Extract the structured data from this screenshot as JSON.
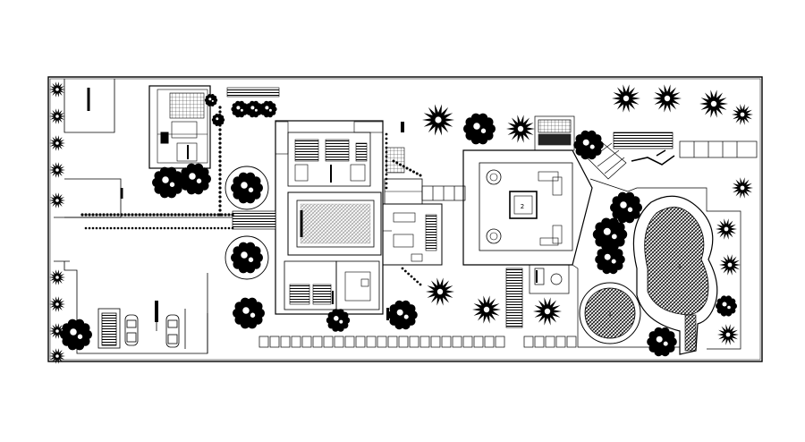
{
  "drawing": {
    "line_color": "#000000",
    "background": "#ffffff",
    "hatch_color": "#111111"
  },
  "room_numbers": {
    "main_hall": "1",
    "pavilion": "2",
    "pool": "1"
  }
}
